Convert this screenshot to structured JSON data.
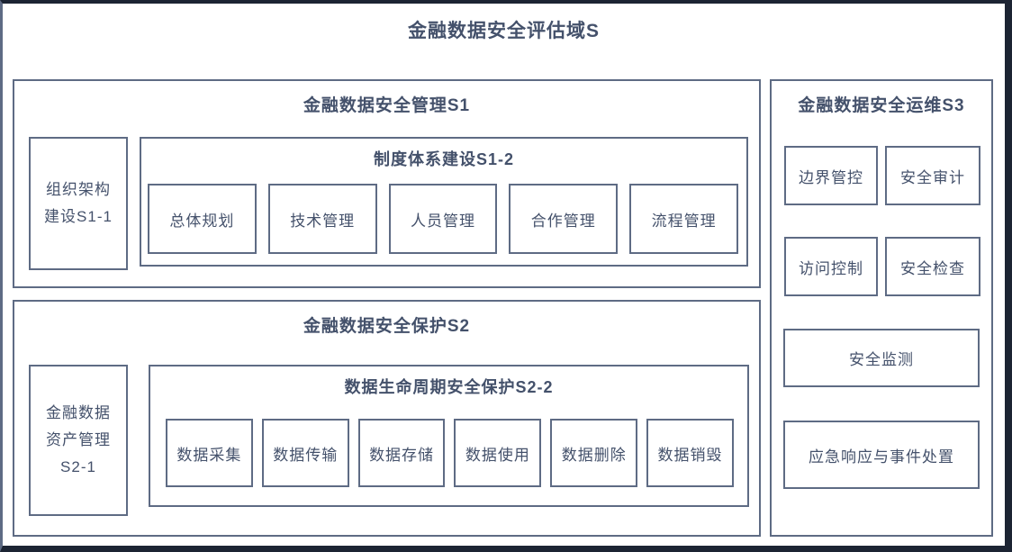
{
  "domain": {
    "title": "金融数据安全评估域S"
  },
  "s1": {
    "title": "金融数据安全管理S1",
    "s1_1": {
      "label": "组织架构建设S1-1",
      "lines": [
        "组织架构",
        "建设S1-1"
      ]
    },
    "s1_2": {
      "title": "制度体系建设S1-2",
      "items": [
        "总体规划",
        "技术管理",
        "人员管理",
        "合作管理",
        "流程管理"
      ]
    }
  },
  "s2": {
    "title": "金融数据安全保护S2",
    "s2_1": {
      "label": "金融数据资产管理S2-1",
      "lines": [
        "金融数据",
        "资产管理",
        "S2-1"
      ]
    },
    "s2_2": {
      "title": "数据生命周期安全保护S2-2",
      "items": [
        "数据采集",
        "数据传输",
        "数据存储",
        "数据使用",
        "数据删除",
        "数据销毁"
      ]
    }
  },
  "s3": {
    "title": "金融数据安全运维S3",
    "grid_items": [
      "边界管控",
      "安全审计",
      "访问控制",
      "安全检查"
    ],
    "wide_items": [
      "安全监测",
      "应急响应与事件处置"
    ]
  },
  "colors": {
    "text": "#44516b",
    "box_border": "#5e6b84",
    "outer_frame": "#1c2433",
    "background": "#ffffff"
  }
}
